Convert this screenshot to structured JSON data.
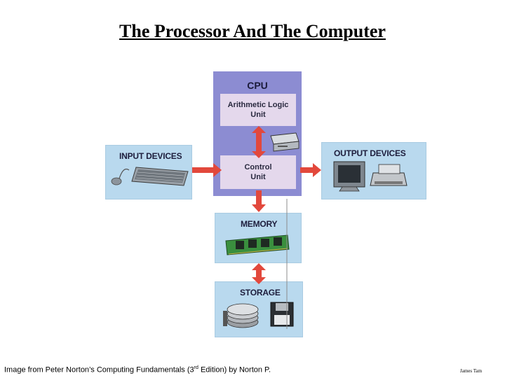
{
  "title": "The Processor And The Computer",
  "cpu": {
    "label": "CPU",
    "alu_line1": "Arithmetic Logic",
    "alu_line2": "Unit",
    "control_line1": "Control",
    "control_line2": "Unit"
  },
  "input": {
    "label": "INPUT DEVICES"
  },
  "output": {
    "label": "OUTPUT DEVICES"
  },
  "memory": {
    "label": "MEMORY"
  },
  "storage": {
    "label": "STORAGE"
  },
  "caption": {
    "before": "Image from Peter Norton’s Computing Fundamentals (3",
    "sup": "rd",
    "after": " Edition) by Norton P."
  },
  "author": "James Tam",
  "colors": {
    "arrow": "#e2483c",
    "box": "#b9d9ee",
    "cpu": "#8c8cd2",
    "unit": "#e4d8ec"
  }
}
